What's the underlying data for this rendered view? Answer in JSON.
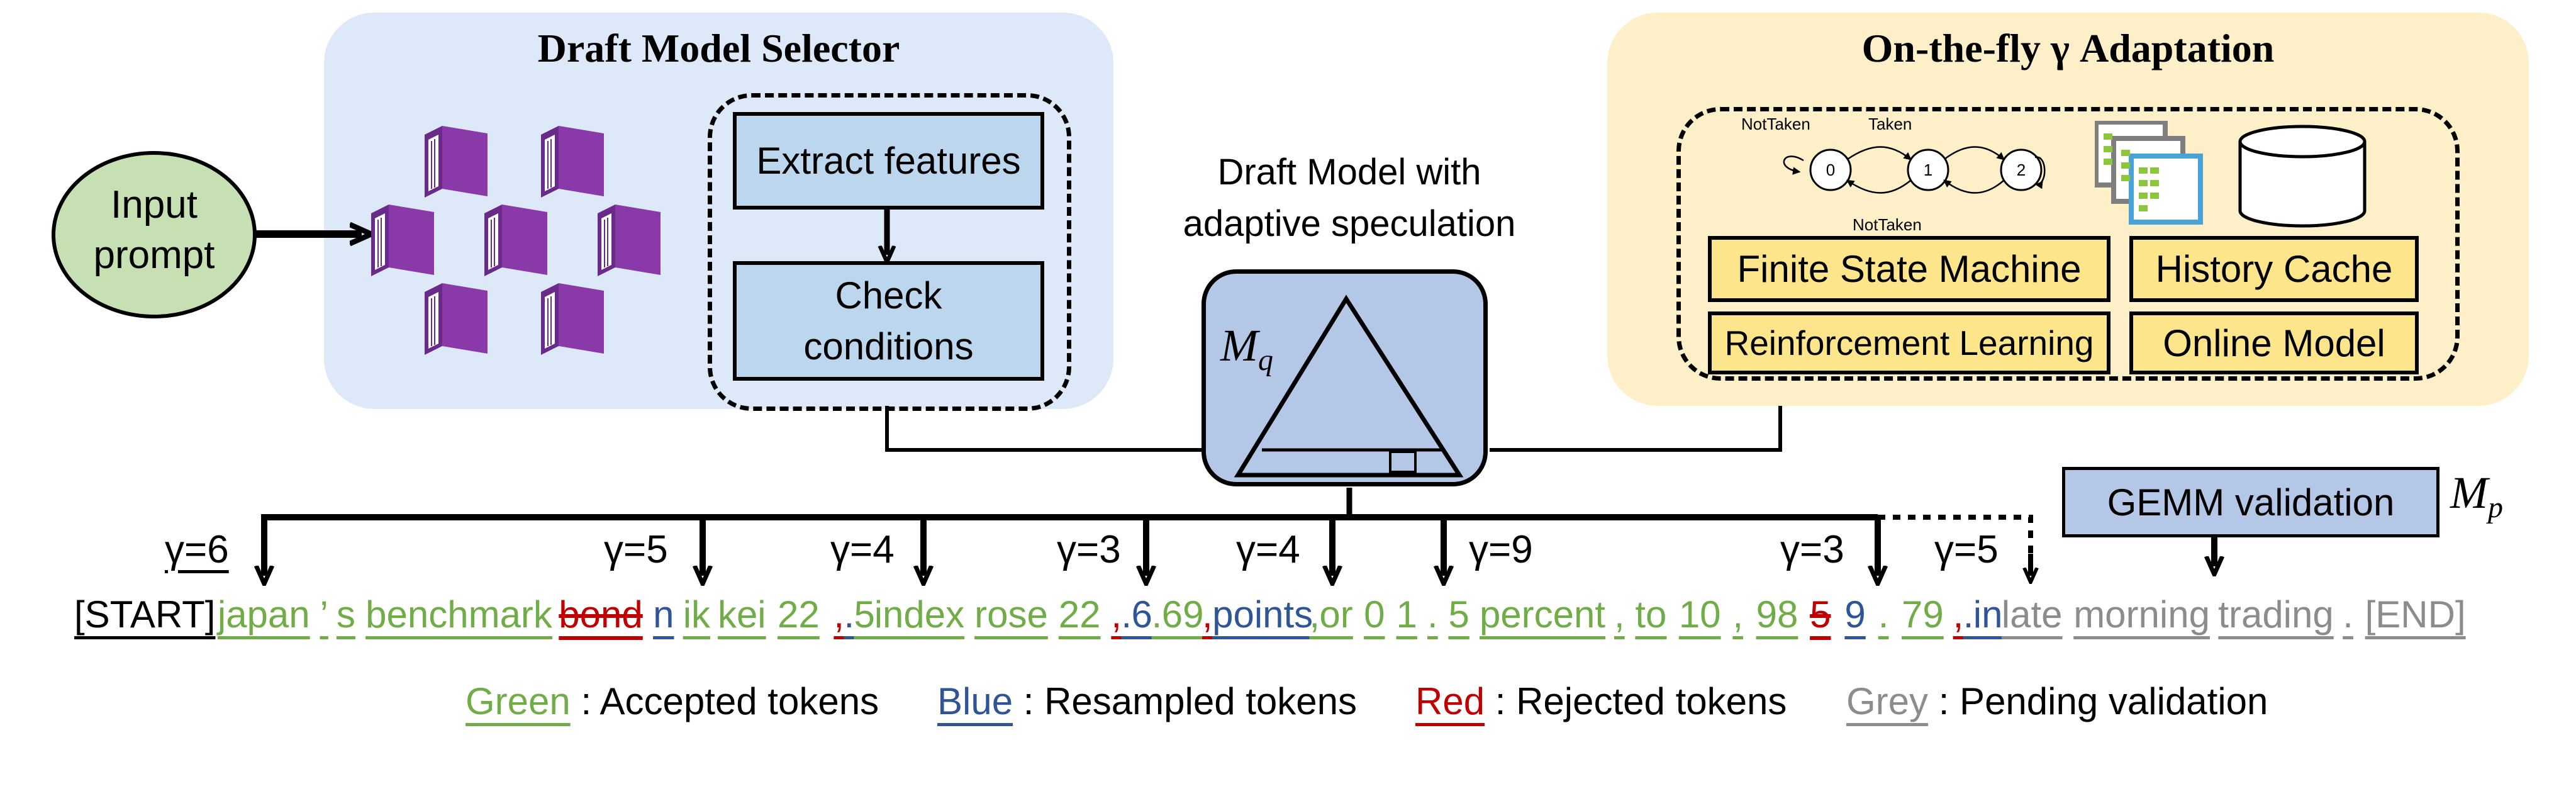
{
  "selector": {
    "title": "Draft Model Selector",
    "extract": "Extract features",
    "check_line1": "Check",
    "check_line2": "conditions"
  },
  "input_prompt": {
    "line1": "Input",
    "line2": "prompt"
  },
  "draft_model": {
    "caption_line1": "Draft Model with",
    "caption_line2": "adaptive speculation",
    "symbol": "M",
    "subscript": "q"
  },
  "adaptation": {
    "title": "On-the-fly γ Adaptation",
    "fsm_labels": {
      "not_taken_top": "NotTaken",
      "taken": "Taken",
      "not_taken_bottom": "NotTaken"
    },
    "states": [
      "0",
      "1",
      "2"
    ],
    "boxes": [
      "Finite State Machine",
      "History Cache",
      "Reinforcement Learning",
      "Online Model"
    ]
  },
  "gemm": {
    "label": "GEMM validation",
    "symbol": "M",
    "subscript": "p"
  },
  "gammas": [
    "γ=6",
    "γ=5",
    "γ=4",
    "γ=3",
    "γ=4",
    "γ=9",
    "γ=3",
    "γ=5"
  ],
  "tokens": [
    {
      "t": "[START]",
      "c": "black"
    },
    {
      "t": "japan",
      "c": "green"
    },
    {
      "t": "’",
      "c": "green"
    },
    {
      "t": "s",
      "c": "green"
    },
    {
      "t": "benchmark",
      "c": "green"
    },
    {
      "t": "bond",
      "c": "red"
    },
    {
      "t": "n",
      "c": "blue"
    },
    {
      "t": "ik",
      "c": "green"
    },
    {
      "t": "kei",
      "c": "green"
    },
    {
      "t": "22",
      "c": "green"
    },
    {
      "t": ",",
      "c": "red"
    },
    {
      "t": ".",
      "c": "blue"
    },
    {
      "t": "5",
      "c": "green"
    },
    {
      "t": "index",
      "c": "green"
    },
    {
      "t": "rose",
      "c": "green"
    },
    {
      "t": "22",
      "c": "green"
    },
    {
      "t": ",",
      "c": "red"
    },
    {
      "t": ".",
      "c": "blue"
    },
    {
      "t": "6",
      "c": "blue"
    },
    {
      "t": ".",
      "c": "green"
    },
    {
      "t": "69",
      "c": "green"
    },
    {
      "t": ",",
      "c": "red"
    },
    {
      "t": "points",
      "c": "blue"
    },
    {
      "t": ",",
      "c": "green"
    },
    {
      "t": "or",
      "c": "green"
    },
    {
      "t": "0",
      "c": "green"
    },
    {
      "t": "1",
      "c": "green"
    },
    {
      "t": ".",
      "c": "green"
    },
    {
      "t": "5",
      "c": "green"
    },
    {
      "t": "percent",
      "c": "green"
    },
    {
      "t": ",",
      "c": "green"
    },
    {
      "t": "to",
      "c": "green"
    },
    {
      "t": "10",
      "c": "green"
    },
    {
      "t": ",",
      "c": "green"
    },
    {
      "t": "98",
      "c": "green"
    },
    {
      "t": "5",
      "c": "red"
    },
    {
      "t": "9",
      "c": "blue"
    },
    {
      "t": ".",
      "c": "green"
    },
    {
      "t": "79",
      "c": "green"
    },
    {
      "t": ",",
      "c": "red"
    },
    {
      "t": ".",
      "c": "blue"
    },
    {
      "t": "in",
      "c": "blue"
    },
    {
      "t": "late",
      "c": "grey"
    },
    {
      "t": "morning",
      "c": "grey"
    },
    {
      "t": "trading",
      "c": "grey"
    },
    {
      "t": ".",
      "c": "grey"
    },
    {
      "t": "[END]",
      "c": "grey"
    }
  ],
  "legend": {
    "green_word": "Green",
    "green_desc": ": Accepted tokens",
    "blue_word": "Blue",
    "blue_desc": ": Resampled tokens",
    "red_word": "Red",
    "red_desc": ": Rejected tokens",
    "grey_word": "Grey",
    "grey_desc": ":  Pending validation"
  },
  "colors": {
    "accepted": "#70ad47",
    "resampled": "#2f5597",
    "rejected": "#c00000",
    "pending": "#8c8c8c",
    "selector_panel": "#dde9f8",
    "adaptation_panel": "#fdf0c8",
    "model_box": "#b4c7e7"
  }
}
